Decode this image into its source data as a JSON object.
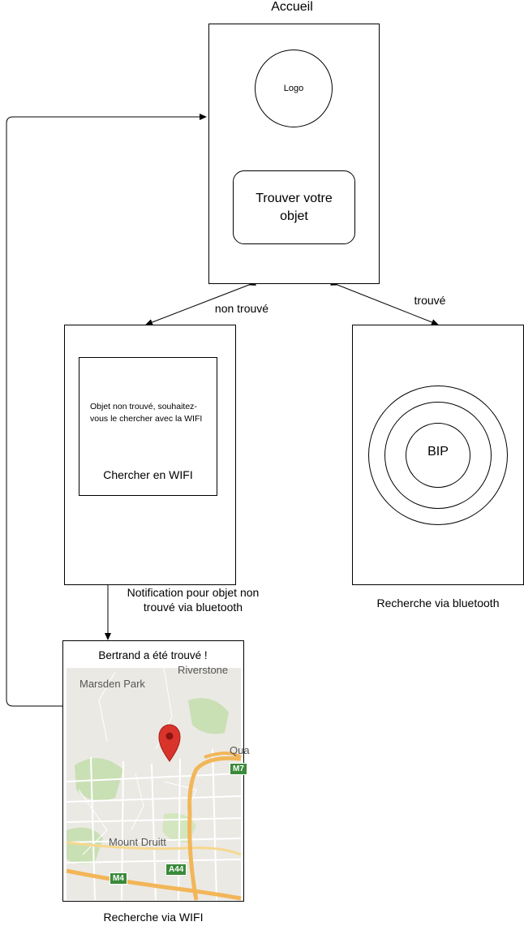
{
  "home": {
    "title": "Accueil",
    "logo_label": "Logo",
    "find_button_label": "Trouver votre objet"
  },
  "edges": {
    "not_found_label": "non trouvé",
    "found_label": "trouvé",
    "notification_label_line1": "Notification pour objet non",
    "notification_label_line2": "trouvé via bluetooth"
  },
  "wifi_prompt": {
    "message": "Objet non trouvé, souhaitez-vous le chercher avec la WIFI",
    "button_label": "Chercher en WIFI"
  },
  "bluetooth": {
    "bip_label": "BIP",
    "caption": "Recherche via bluetooth"
  },
  "wifi_result": {
    "title": "Bertrand a été trouvé !",
    "caption": "Recherche via WIFI",
    "map_labels": {
      "riverstone": "Riverstone",
      "marsden_park": "Marsden Park",
      "quakers": "Qua",
      "mount_druitt": "Mount Druitt",
      "m7": "M7",
      "m4": "M4",
      "a44": "A44"
    },
    "marker_color": "#d9342b",
    "road_color": "#f2b659",
    "park_color": "#c9dfb4"
  }
}
